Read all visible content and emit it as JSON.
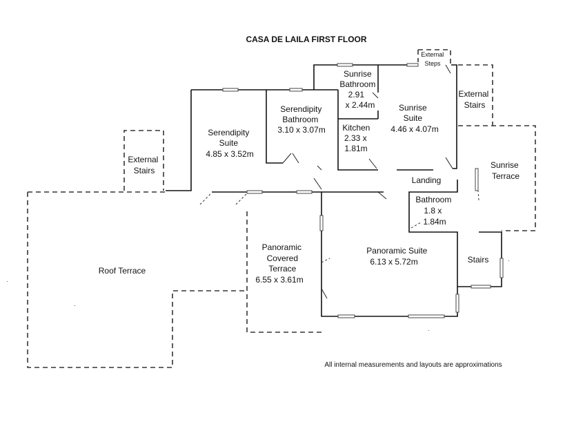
{
  "title": "CASA DE LAILA FIRST FLOOR",
  "note": "All internal measurements and layouts are approximations",
  "rooms": {
    "external_steps": [
      "External",
      "Steps"
    ],
    "sunrise_bathroom": [
      "Sunrise",
      "Bathroom",
      "2.91",
      "x 2.44m"
    ],
    "serendipity_bathroom": [
      "Serendipity",
      "Bathroom",
      "3.10 x 3.07m"
    ],
    "kitchen": [
      "Kitchen",
      "2.33 x",
      "1.81m"
    ],
    "sunrise_suite": [
      "Sunrise",
      "Suite",
      "4.46 x 4.07m"
    ],
    "external_stairs_right": [
      "External",
      "Stairs"
    ],
    "serendipity_suite": [
      "Serendipity",
      "Suite",
      "4.85 x 3.52m"
    ],
    "external_stairs_left": [
      "External",
      "Stairs"
    ],
    "sunrise_terrace": [
      "Sunrise",
      "Terrace"
    ],
    "landing": "Landing",
    "bathroom": [
      "Bathroom",
      "1.8 x",
      "1.84m"
    ],
    "panoramic_covered_terrace": [
      "Panoramic",
      "Covered",
      "Terrace",
      "6.55 x 3.61m"
    ],
    "panoramic_suite": [
      "Panoramic Suite",
      "6.13 x 5.72m"
    ],
    "stairs": "Stairs",
    "roof_terrace": "Roof Terrace"
  }
}
